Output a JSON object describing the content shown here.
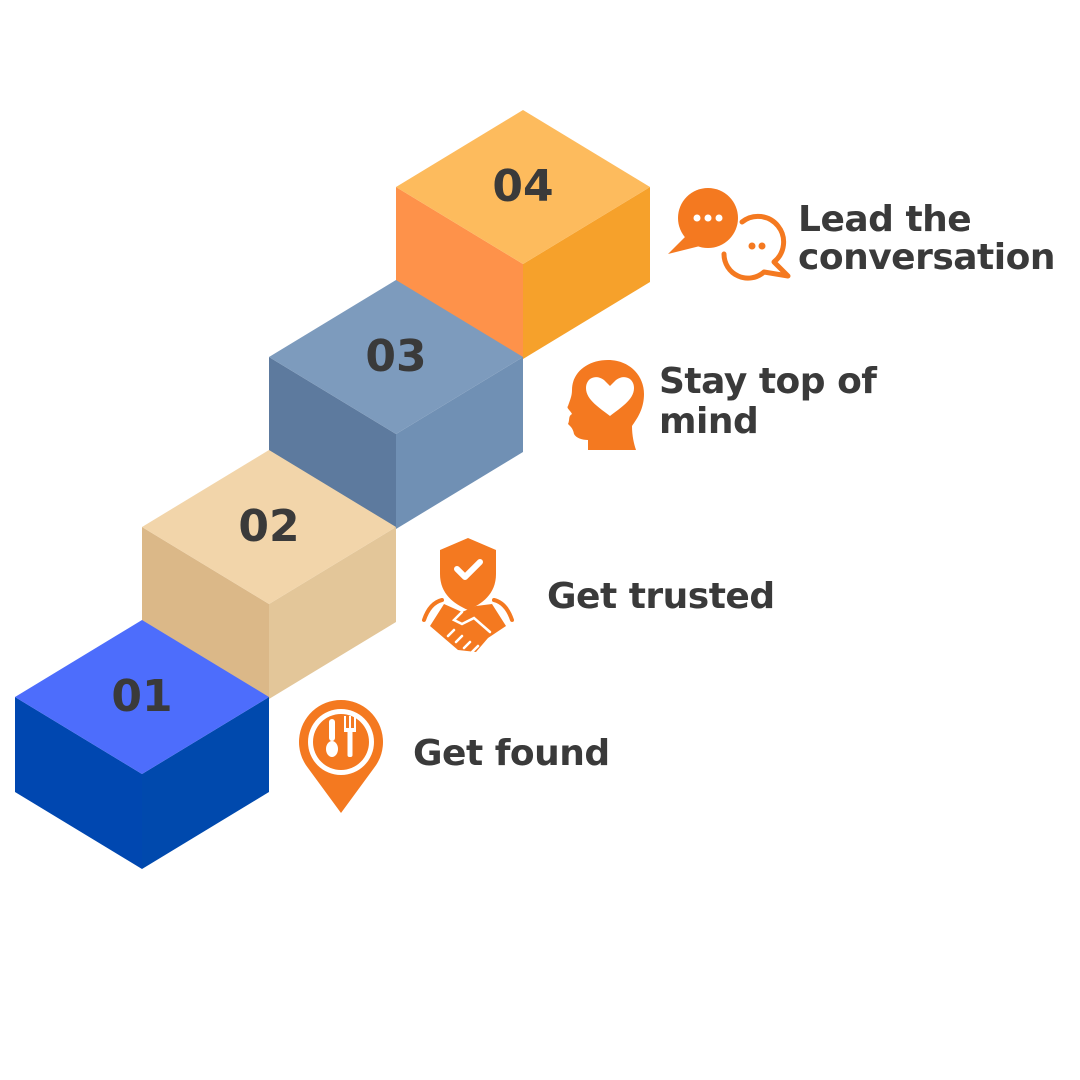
{
  "title": "Four step staircase",
  "colors": {
    "accent": "#f47920",
    "text": "#3a3a3a",
    "white": "#ffffff"
  },
  "steps": [
    {
      "number": "01",
      "label_lines": [
        "Get found"
      ],
      "icon": "restaurant-location-pin-icon",
      "faces": {
        "top": "#4d6dfc",
        "left": "#0047b0",
        "right": "#0049ad"
      }
    },
    {
      "number": "02",
      "label_lines": [
        "Get trusted"
      ],
      "icon": "shield-check-handshake-icon",
      "faces": {
        "top": "#f2d5aa",
        "left": "#dbb888",
        "right": "#e3c699"
      }
    },
    {
      "number": "03",
      "label_lines": [
        "Stay top of",
        "mind"
      ],
      "icon": "head-heart-icon",
      "faces": {
        "top": "#7d9bbd",
        "left": "#5d7a9e",
        "right": "#7090b4"
      }
    },
    {
      "number": "04",
      "label_lines": [
        "Lead the",
        "conversation"
      ],
      "icon": "chat-bubbles-icon",
      "faces": {
        "top": "#fdbb5d",
        "left": "#fe924a",
        "right": "#f6a12b"
      }
    }
  ]
}
